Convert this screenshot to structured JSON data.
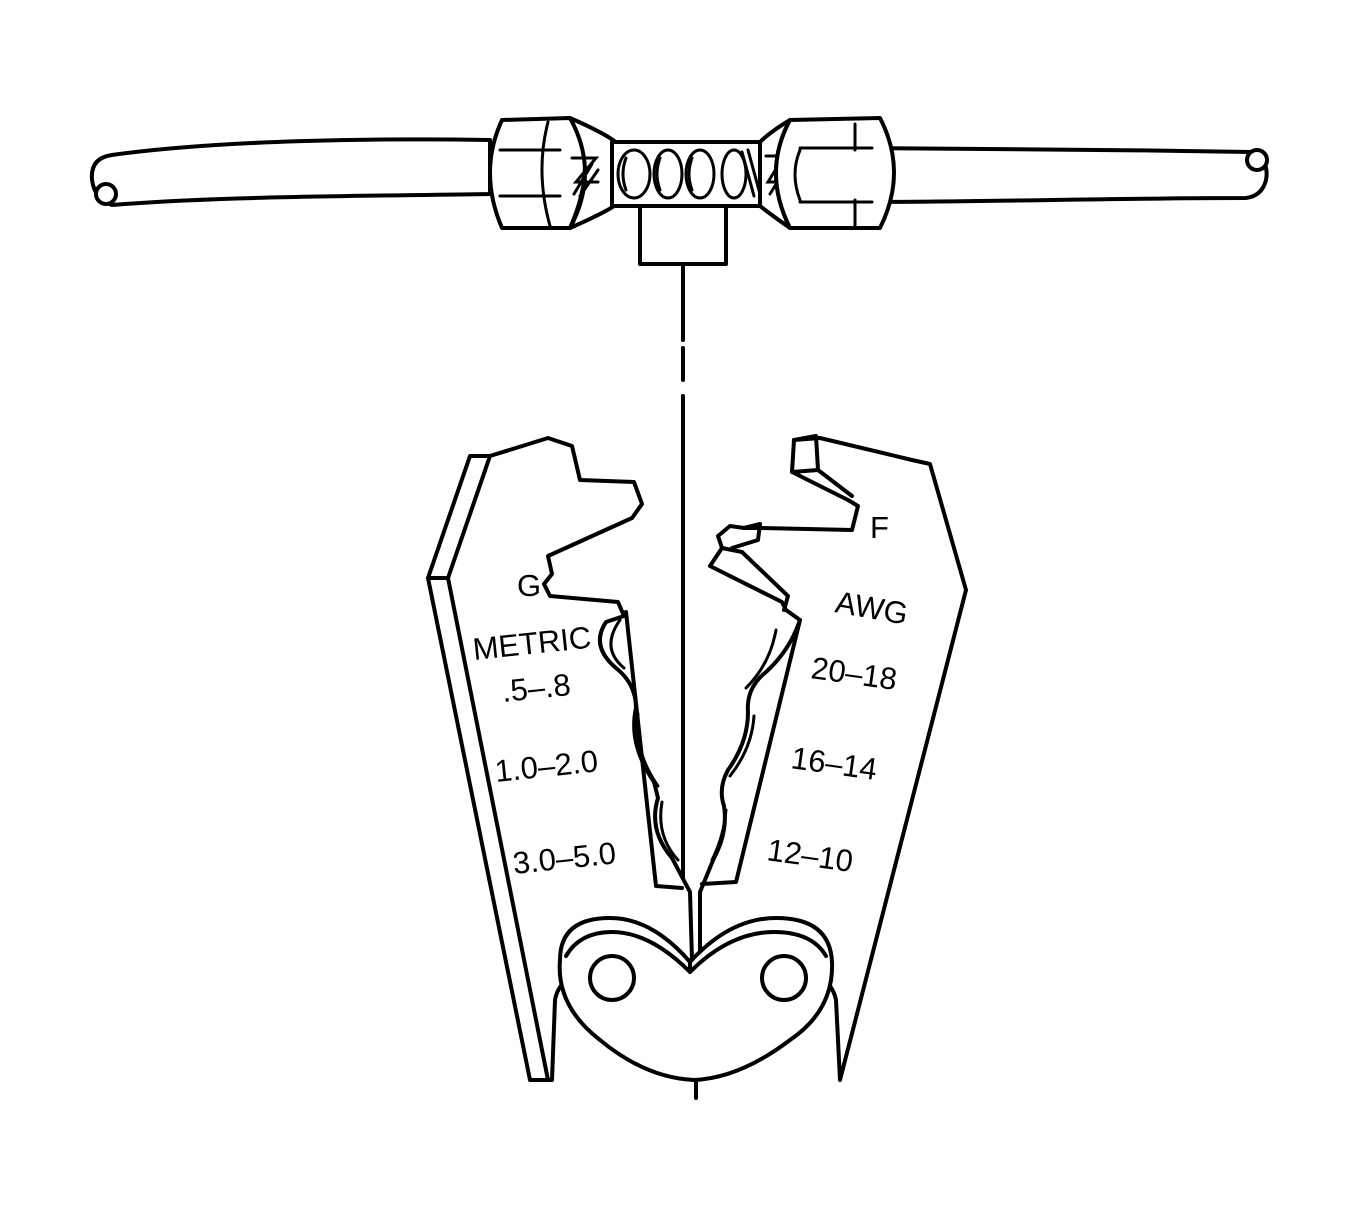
{
  "labels": {
    "g": "G",
    "f": "F",
    "metric": "METRIC",
    "awg": "AWG",
    "metric_sizes": [
      ".5–.8",
      "1.0–2.0",
      "3.0–5.0"
    ],
    "awg_sizes": [
      "20–18",
      "16–14",
      "12–10"
    ]
  }
}
